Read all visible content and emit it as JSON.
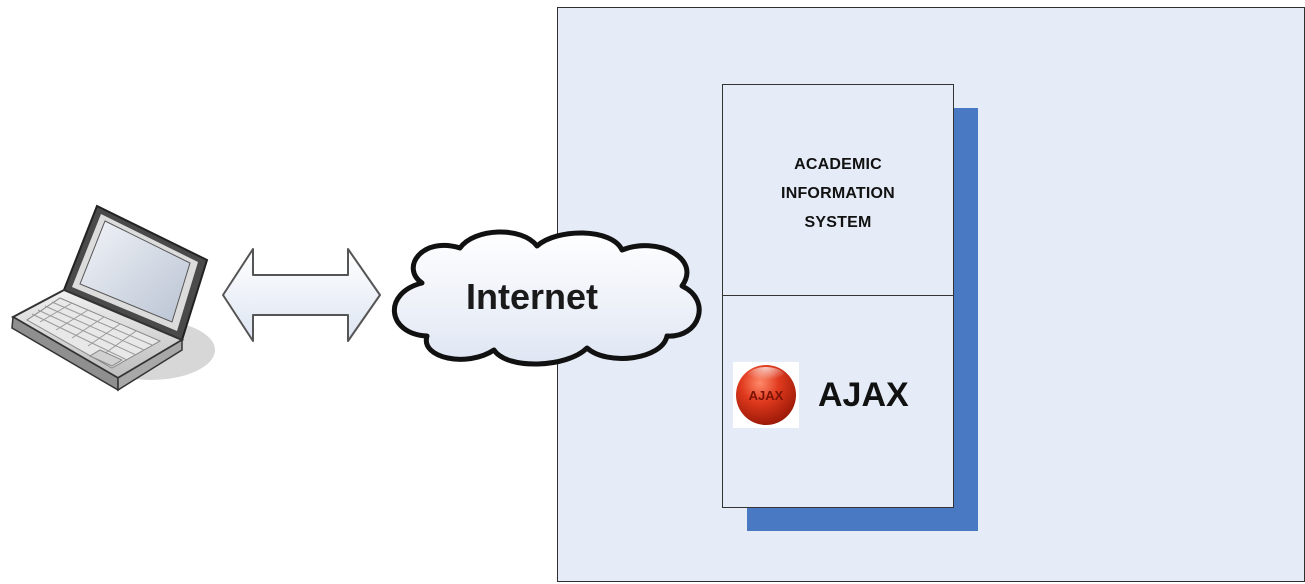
{
  "nodes": {
    "network_label": "Internet",
    "system_label": [
      "ACADEMIC",
      "INFORMATION",
      "SYSTEM"
    ],
    "component_label": "AJAX",
    "logo_text": "AJAX"
  },
  "colors": {
    "server_zone_fill": "#e6ecf7",
    "server_shadow": "#4a79c3",
    "logo_red": "#d8321b",
    "outline": "#2f2f2f"
  },
  "icons": {
    "client": "laptop-icon",
    "connection": "double-arrow-icon",
    "network": "cloud-icon",
    "component": "ajax-logo-icon"
  }
}
